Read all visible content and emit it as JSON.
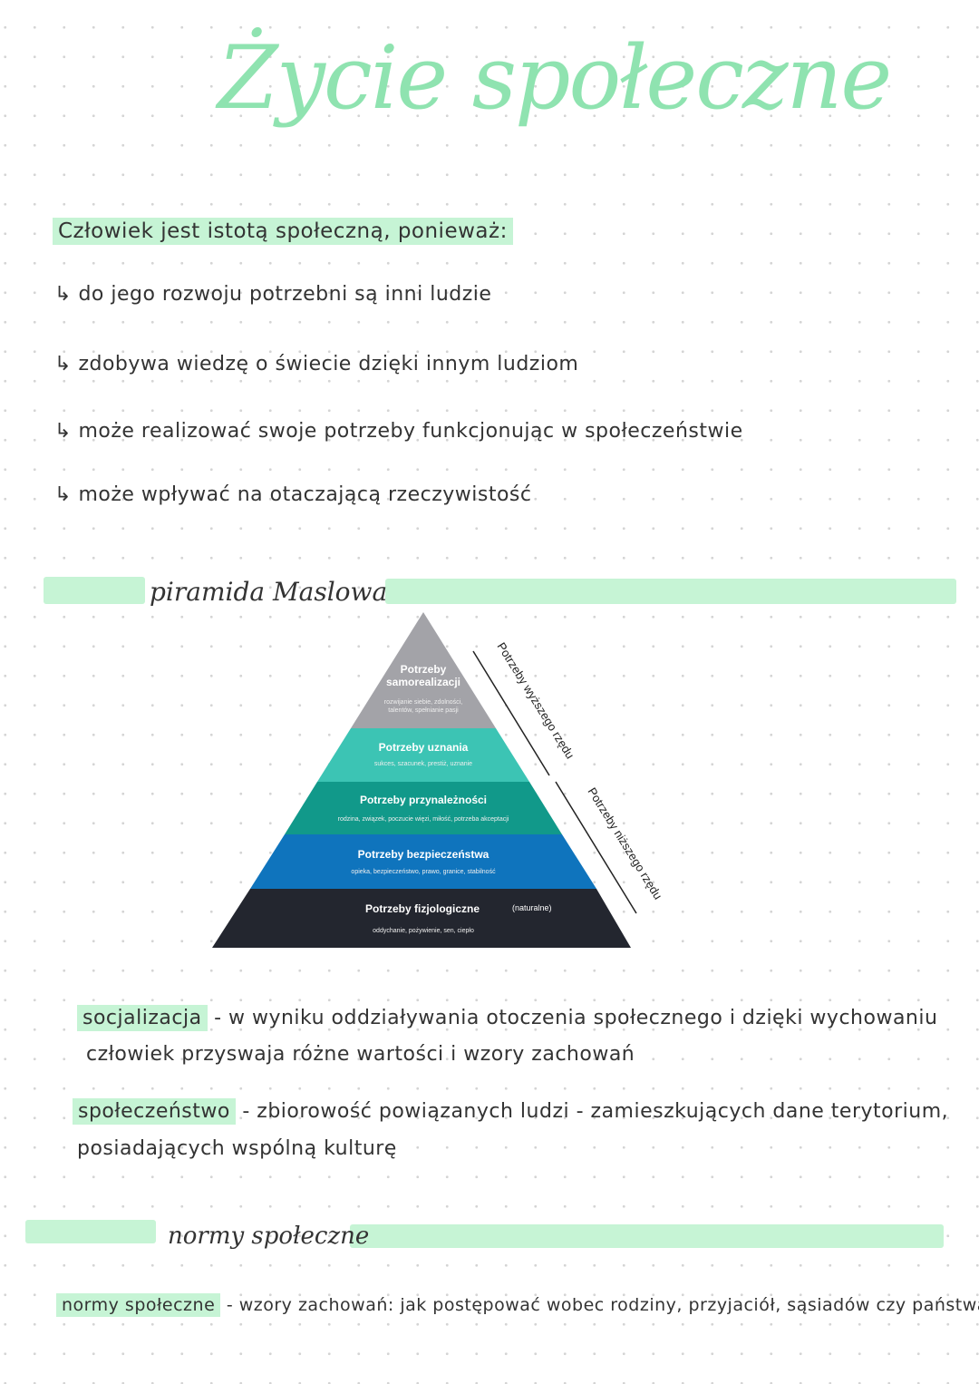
{
  "title": "Życie społeczne",
  "intro": {
    "heading": "Człowiek jest istotą społeczną, ponieważ:",
    "points": [
      "do jego rozwoju potrzebni są inni ludzie",
      "zdobywa wiedzę o świecie dzięki innym ludziom",
      "może realizować swoje potrzeby funkcjonując w społeczeństwie",
      "może wpływać na otaczającą rzeczywistość"
    ],
    "arrow": "↳"
  },
  "maslow": {
    "heading": "piramida Maslowa",
    "levels": [
      {
        "name": "Potrzeby samorealizacji",
        "desc": "rozwijanie siebie, zdolności, talentów, spełnianie pasji",
        "color": "#a3a3a8"
      },
      {
        "name": "Potrzeby uznania",
        "desc": "sukces, szacunek, prestiż, uznanie",
        "color": "#3cc4b4"
      },
      {
        "name": "Potrzeby przynależności",
        "desc": "rodzina, związek, poczucie więzi, miłość, potrzeba akceptacji",
        "color": "#11998a"
      },
      {
        "name": "Potrzeby bezpieczeństwa",
        "desc": "opieka, bezpieczeństwo, prawo, granice, stabilność",
        "color": "#0f74bd"
      },
      {
        "name": "Potrzeby fizjologiczne",
        "desc": "oddychanie, pożywienie, sen, ciepło",
        "color": "#23262f",
        "note": "(naturalne)"
      }
    ],
    "higher": "Potrzeby wyższego rzędu",
    "lower": "Potrzeby niższego rzędu"
  },
  "definitions": [
    {
      "term": "socjalizacja",
      "text1": "- w wyniku oddziaływania otoczenia społecznego i dzięki wychowaniu",
      "text2": "człowiek przyswaja różne wartości i wzory zachowań"
    },
    {
      "term": "społeczeństwo",
      "text1": "- zbiorowość powiązanych ludzi - zamieszkujących dane terytorium,",
      "text2": "posiadających wspólną kulturę"
    }
  ],
  "norms": {
    "heading": "normy społeczne",
    "term": "normy społeczne",
    "text": "- wzory zachowań: jak postępować wobec rodziny, przyjaciół, sąsiadów czy państwa"
  }
}
